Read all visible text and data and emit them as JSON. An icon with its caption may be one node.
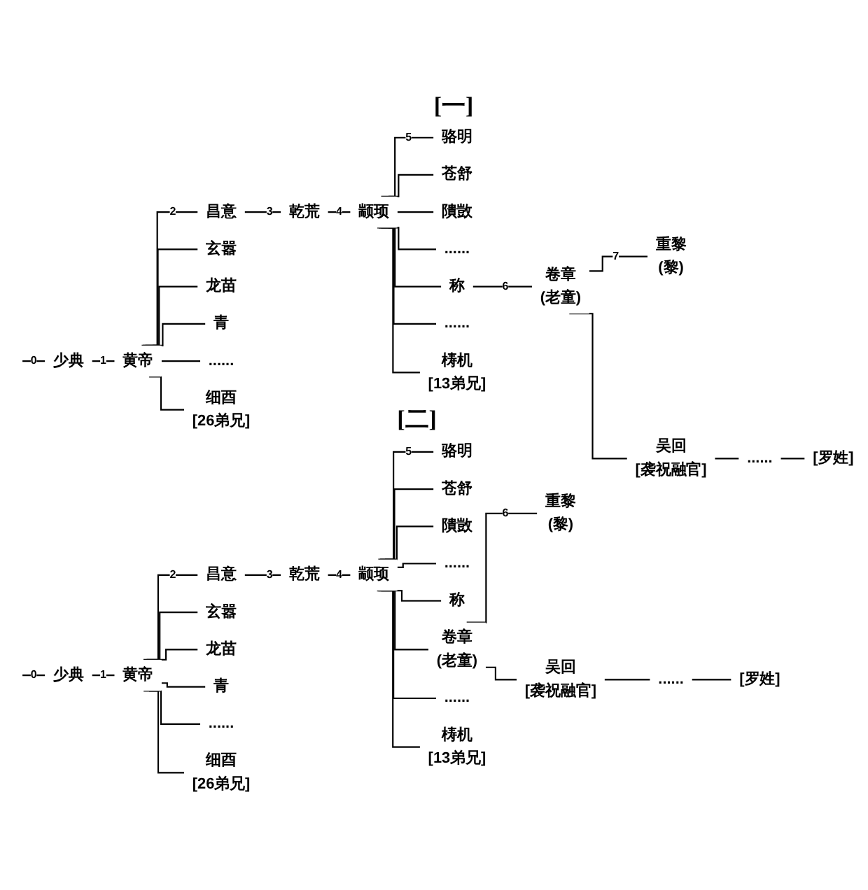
{
  "diagram": {
    "nodes": [
      {
        "text": [
          "少典"
        ]
      },
      {
        "text": [
          "黄帝"
        ]
      },
      {
        "text": [
          "昌意"
        ]
      },
      {
        "text": [
          "玄嚣"
        ]
      },
      {
        "text": [
          "龙苗"
        ]
      },
      {
        "text": [
          "青"
        ]
      },
      {
        "text": [
          "......"
        ]
      },
      {
        "text": [
          "细酉",
          "[26弟兄]"
        ]
      },
      {
        "text": [
          "乾荒"
        ]
      },
      {
        "text": [
          "颛顼"
        ]
      },
      {
        "text": [
          "骆明"
        ]
      },
      {
        "text": [
          "苍舒"
        ]
      },
      {
        "text": [
          "隤敳"
        ]
      },
      {
        "text": [
          "......"
        ]
      },
      {
        "text": [
          "称"
        ]
      },
      {
        "text": [
          "......"
        ]
      },
      {
        "text": [
          "梼机",
          "[13弟兄]"
        ]
      },
      {
        "text": [
          "卷章",
          "(老童)"
        ]
      },
      {
        "text": [
          "重黎",
          "(黎)"
        ]
      },
      {
        "text": [
          "吴回",
          "[袭祝融官]"
        ]
      },
      {
        "text": [
          "......"
        ]
      },
      {
        "text": [
          "[罗姓]"
        ]
      },
      {
        "text": [
          "少典"
        ]
      },
      {
        "text": [
          "黄帝"
        ]
      },
      {
        "text": [
          "昌意"
        ]
      },
      {
        "text": [
          "玄嚣"
        ]
      },
      {
        "text": [
          "龙苗"
        ]
      },
      {
        "text": [
          "青"
        ]
      },
      {
        "text": [
          "......"
        ]
      },
      {
        "text": [
          "细酉",
          "[26弟兄]"
        ]
      },
      {
        "text": [
          "乾荒"
        ]
      },
      {
        "text": [
          "颛顼"
        ]
      },
      {
        "text": [
          "骆明"
        ]
      },
      {
        "text": [
          "苍舒"
        ]
      },
      {
        "text": [
          "隤敳"
        ]
      },
      {
        "text": [
          "......"
        ]
      },
      {
        "text": [
          "称"
        ]
      },
      {
        "text": [
          "卷章",
          "(老童)"
        ]
      },
      {
        "text": [
          "......"
        ]
      },
      {
        "text": [
          "梼机",
          "[13弟兄]"
        ]
      },
      {
        "text": [
          "重黎",
          "(黎)"
        ]
      },
      {
        "text": [
          "吴回",
          "[袭祝融官]"
        ]
      },
      {
        "text": [
          "......"
        ]
      },
      {
        "text": [
          "[罗姓]"
        ]
      }
    ],
    "edges": [
      {
        "from": null,
        "to": 0,
        "arrow": "none",
        "label": "0"
      },
      {
        "from": 0,
        "to": 1,
        "arrow": "none",
        "label": "1"
      },
      {
        "from": 1,
        "to": 2,
        "arrow": "none",
        "label": "2"
      },
      {
        "from": 1,
        "to": 3,
        "arrow": "none"
      },
      {
        "from": 1,
        "to": 4,
        "arrow": "none"
      },
      {
        "from": 1,
        "to": 5,
        "arrow": "none"
      },
      {
        "from": 1,
        "to": 6,
        "arrow": "none"
      },
      {
        "from": 1,
        "to": 7,
        "arrow": "none"
      },
      {
        "from": 2,
        "to": 8,
        "arrow": "none",
        "label": "3"
      },
      {
        "from": 8,
        "to": 9,
        "arrow": "none",
        "label": "4"
      },
      {
        "from": 9,
        "to": 10,
        "arrow": "none",
        "label": "5"
      },
      {
        "from": 9,
        "to": 11,
        "arrow": "none"
      },
      {
        "from": 9,
        "to": 12,
        "arrow": "none"
      },
      {
        "from": 9,
        "to": 13,
        "arrow": "none"
      },
      {
        "from": 9,
        "to": 14,
        "arrow": "none"
      },
      {
        "from": 9,
        "to": 15,
        "arrow": "none"
      },
      {
        "from": 9,
        "to": 16,
        "arrow": "none"
      },
      {
        "from": 14,
        "to": 17,
        "arrow": "none",
        "label": "6"
      },
      {
        "from": 17,
        "to": 18,
        "arrow": "none",
        "label": "7"
      },
      {
        "from": 17,
        "to": 19,
        "arrow": "none"
      },
      {
        "from": 19,
        "to": 20,
        "arrow": "none"
      },
      {
        "from": 20,
        "to": 21,
        "arrow": "none"
      },
      {
        "from": null,
        "to": 22,
        "arrow": "none",
        "label": "0"
      },
      {
        "from": 22,
        "to": 23,
        "arrow": "none",
        "label": "1"
      },
      {
        "from": 23,
        "to": 24,
        "arrow": "none",
        "label": "2"
      },
      {
        "from": 23,
        "to": 25,
        "arrow": "none"
      },
      {
        "from": 23,
        "to": 26,
        "arrow": "none"
      },
      {
        "from": 23,
        "to": 27,
        "arrow": "none"
      },
      {
        "from": 23,
        "to": 28,
        "arrow": "none"
      },
      {
        "from": 23,
        "to": 29,
        "arrow": "none"
      },
      {
        "from": 24,
        "to": 30,
        "arrow": "none",
        "label": "3"
      },
      {
        "from": 30,
        "to": 31,
        "arrow": "none",
        "label": "4"
      },
      {
        "from": 31,
        "to": 32,
        "arrow": "none",
        "label": "5"
      },
      {
        "from": 31,
        "to": 33,
        "arrow": "none"
      },
      {
        "from": 31,
        "to": 34,
        "arrow": "none"
      },
      {
        "from": 31,
        "to": 35,
        "arrow": "none"
      },
      {
        "from": 31,
        "to": 36,
        "arrow": "none"
      },
      {
        "from": 31,
        "to": 37,
        "arrow": "none"
      },
      {
        "from": 31,
        "to": 38,
        "arrow": "none"
      },
      {
        "from": 31,
        "to": 39,
        "arrow": "none"
      },
      {
        "from": 37,
        "to": 40,
        "arrow": "none",
        "label": "6"
      },
      {
        "from": 37,
        "to": 41,
        "arrow": "none"
      },
      {
        "from": 41,
        "to": 42,
        "arrow": "none"
      },
      {
        "from": 42,
        "to": 43,
        "arrow": "none"
      }
    ],
    "labels": [
      "[一]",
      "[二]"
    ]
  }
}
